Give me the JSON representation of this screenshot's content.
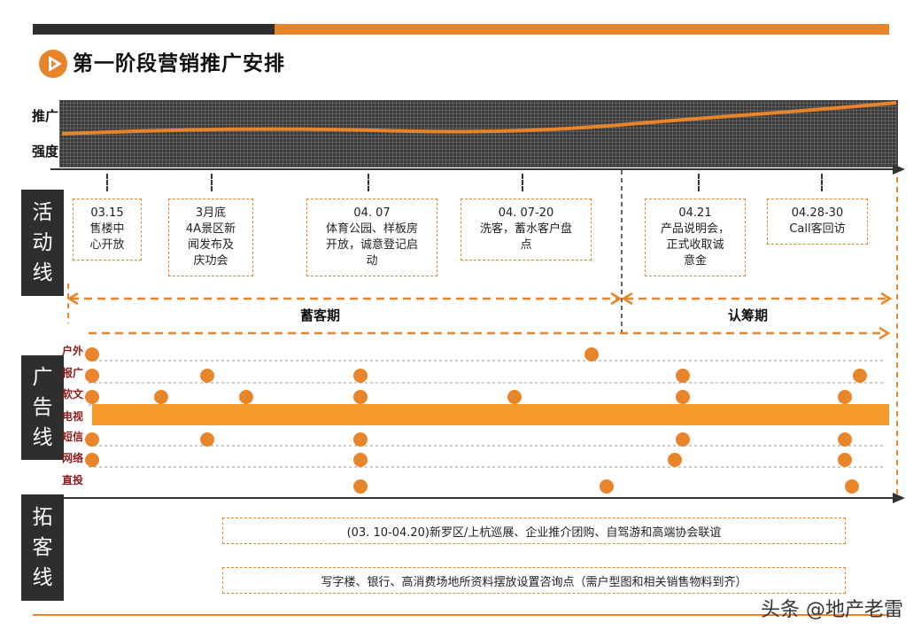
{
  "title": "第一阶段营销推广安排",
  "intensity_label": [
    "推广",
    "强度"
  ],
  "lanes": {
    "activity": [
      "活",
      "动",
      "线"
    ],
    "ads": [
      "广",
      "告",
      "线"
    ],
    "expansion": [
      "拓",
      "客",
      "线"
    ]
  },
  "events": [
    {
      "label": "03.15\n售楼中\n心开放"
    },
    {
      "label": "3月底\n4A景区新\n闻发布及\n庆功会"
    },
    {
      "label": "04. 07\n体育公园、样板房\n开放，诚意登记启\n动"
    },
    {
      "label": "04. 07-20\n洗客，蓄水客户盘\n点"
    },
    {
      "label": "04.21\n产品说明会，\n正式收取诚\n意金"
    },
    {
      "label": "04.28-30\nCall客回访"
    }
  ],
  "periods": {
    "first": "蓄客期",
    "second": "认筹期"
  },
  "media_channels": [
    "户外",
    "报广",
    "软文",
    "电视",
    "短信",
    "网络",
    "直投"
  ],
  "expansion_items": [
    "(03. 10-04.20)新罗区/上杭巡展、企业推介团购、自驾游和高端协会联谊",
    "写字楼、银行、高消费场地所资料摆放设置咨询点（需户型图和相关销售物料到齐）"
  ],
  "watermark": "头条 @地产老雷",
  "colors": {
    "accent": "#e8842a",
    "dark": "#2e2e2e",
    "tv_bar": "#f59a2a",
    "label_red": "#8b1a1a"
  },
  "icons": {
    "title_icon": "play-circle-icon"
  }
}
